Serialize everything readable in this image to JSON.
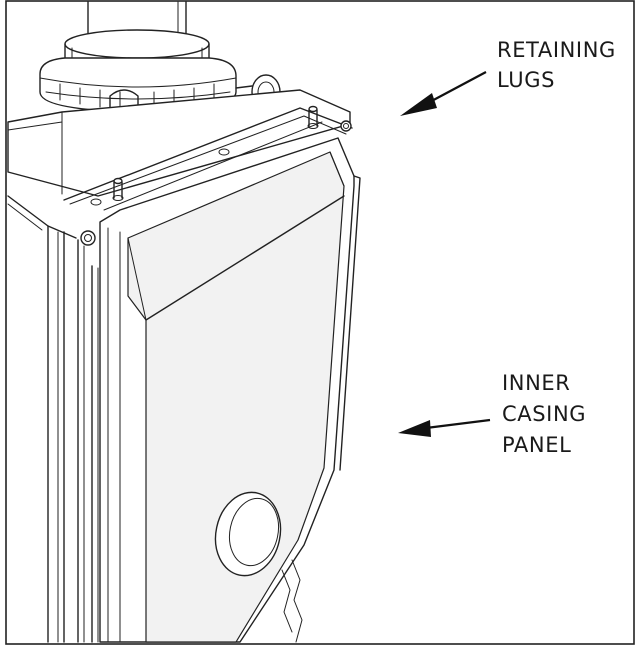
{
  "callouts": {
    "retaining_lugs": {
      "line1": "RETAINING",
      "line2": "LUGS"
    },
    "inner_casing_panel": {
      "line1": "INNER",
      "line2": "CASING",
      "line3": "PANEL"
    }
  },
  "colors": {
    "line": "#222222",
    "background": "#ffffff",
    "text": "#1a1a1a"
  }
}
